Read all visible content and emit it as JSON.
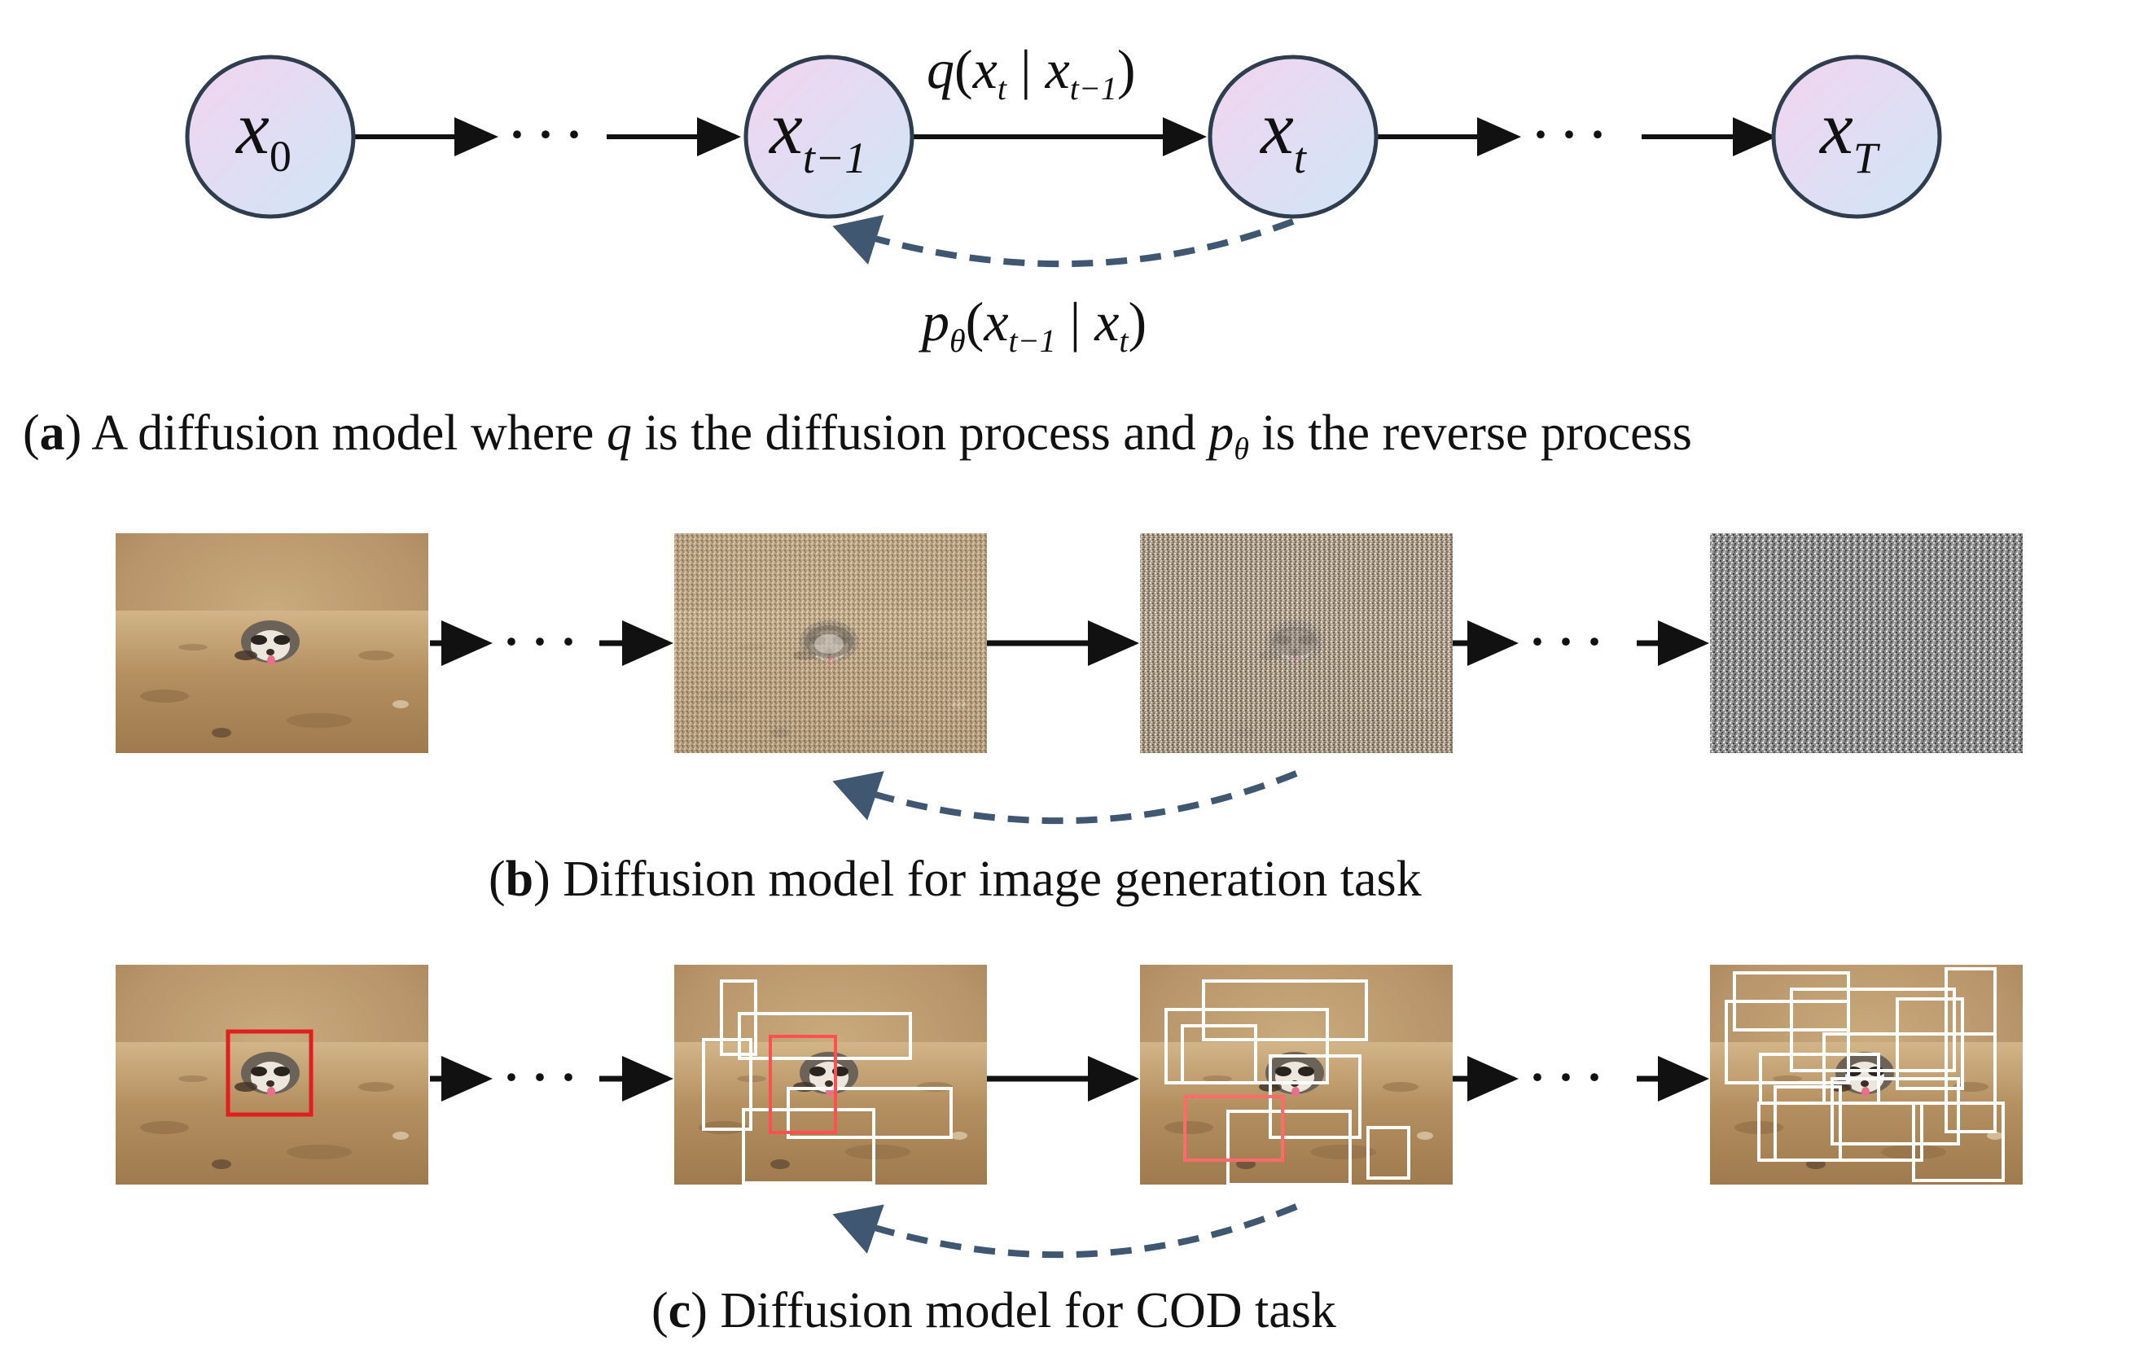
{
  "panel_a": {
    "nodes": [
      {
        "var": "x",
        "sub": "0"
      },
      {
        "var": "x",
        "sub": "t−1"
      },
      {
        "var": "x",
        "sub": "t"
      },
      {
        "var": "x",
        "sub": "T"
      }
    ],
    "ellipsis": "· · ·",
    "forward_label": {
      "fn": "q",
      "open": "(",
      "x1": "x",
      "s1": "t",
      "bar": " | ",
      "x2": "x",
      "s2": "t−1",
      "close": ")"
    },
    "reverse_label": {
      "fn": "p",
      "fn_sub": "θ",
      "open": "(",
      "x1": "x",
      "s1": "t−1",
      "bar": " | ",
      "x2": "x",
      "s2": "t",
      "close": ")"
    },
    "caption": {
      "letter": "a",
      "pre": "A diffusion model where ",
      "q": "q",
      "mid": " is the diffusion process and ",
      "p": "p",
      "p_sub": "θ",
      "post": " is the reverse process"
    }
  },
  "panel_b": {
    "frames": [
      "clean-image",
      "noisy-image-1",
      "noisy-image-2",
      "pure-noise"
    ],
    "caption": {
      "letter": "b",
      "text": "Diffusion model for image generation task"
    }
  },
  "panel_c": {
    "frames": [
      "clean-image-with-box",
      "image-with-noisy-boxes-1",
      "image-with-noisy-boxes-2",
      "image-with-random-boxes"
    ],
    "caption": {
      "letter": "c",
      "text": "Diffusion model for COD task"
    }
  },
  "colors": {
    "node_fill_top": "#f3d4ef",
    "node_fill_bottom": "#cfe6f7",
    "node_stroke": "#2f3d4f",
    "dashed_arrow": "#3f5770",
    "gt_box": "#e02020",
    "noisy_box": "#ffffff",
    "sand_light": "#c9ab7d",
    "sand_dark": "#8d6c44"
  }
}
